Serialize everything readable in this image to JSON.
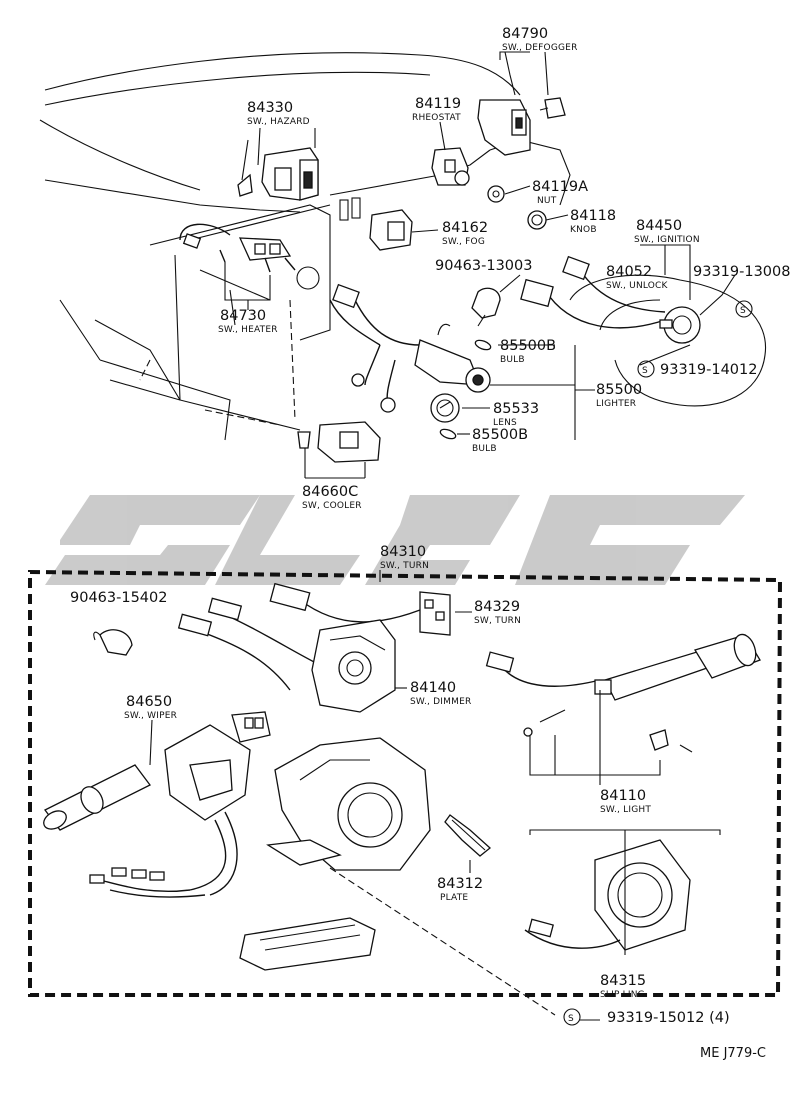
{
  "callouts": [
    {
      "id": "84790",
      "label": "SW., DEFOGGER"
    },
    {
      "id": "84330",
      "label": "SW., HAZARD"
    },
    {
      "id": "84119",
      "label": "RHEOSTAT"
    },
    {
      "id": "84119A",
      "label": "NUT"
    },
    {
      "id": "84162",
      "label": "SW., FOG"
    },
    {
      "id": "84118",
      "label": "KNOB"
    },
    {
      "id": "84450",
      "label": "SW., IGNITION"
    },
    {
      "id": "90463-13003",
      "label": ""
    },
    {
      "id": "84052",
      "label": "SW., UNLOCK"
    },
    {
      "id": "93319-13008",
      "label": ""
    },
    {
      "id": "84730",
      "label": "SW., HEATER"
    },
    {
      "id": "85500B",
      "label": "BULB"
    },
    {
      "id": "93319-14012",
      "label": ""
    },
    {
      "id": "85500",
      "label": "LIGHTER"
    },
    {
      "id": "85533",
      "label": "LENS"
    },
    {
      "id": "85500B",
      "label": "BULB"
    },
    {
      "id": "84660C",
      "label": "SW, COOLER"
    },
    {
      "id": "84310",
      "label": "SW., TURN"
    },
    {
      "id": "90463-15402",
      "label": ""
    },
    {
      "id": "84329",
      "label": "SW, TURN"
    },
    {
      "id": "84140",
      "label": "SW., DIMMER"
    },
    {
      "id": "84650",
      "label": "SW., WIPER"
    },
    {
      "id": "84110",
      "label": "SW., LIGHT"
    },
    {
      "id": "84312",
      "label": "PLATE"
    },
    {
      "id": "84315",
      "label": "SLIP LING"
    },
    {
      "id": "93319-15012 (4)",
      "label": ""
    }
  ],
  "symbols": {
    "screw_mark": "S"
  },
  "watermark": "cjcc",
  "footer": {
    "code": "ME J779-C"
  }
}
